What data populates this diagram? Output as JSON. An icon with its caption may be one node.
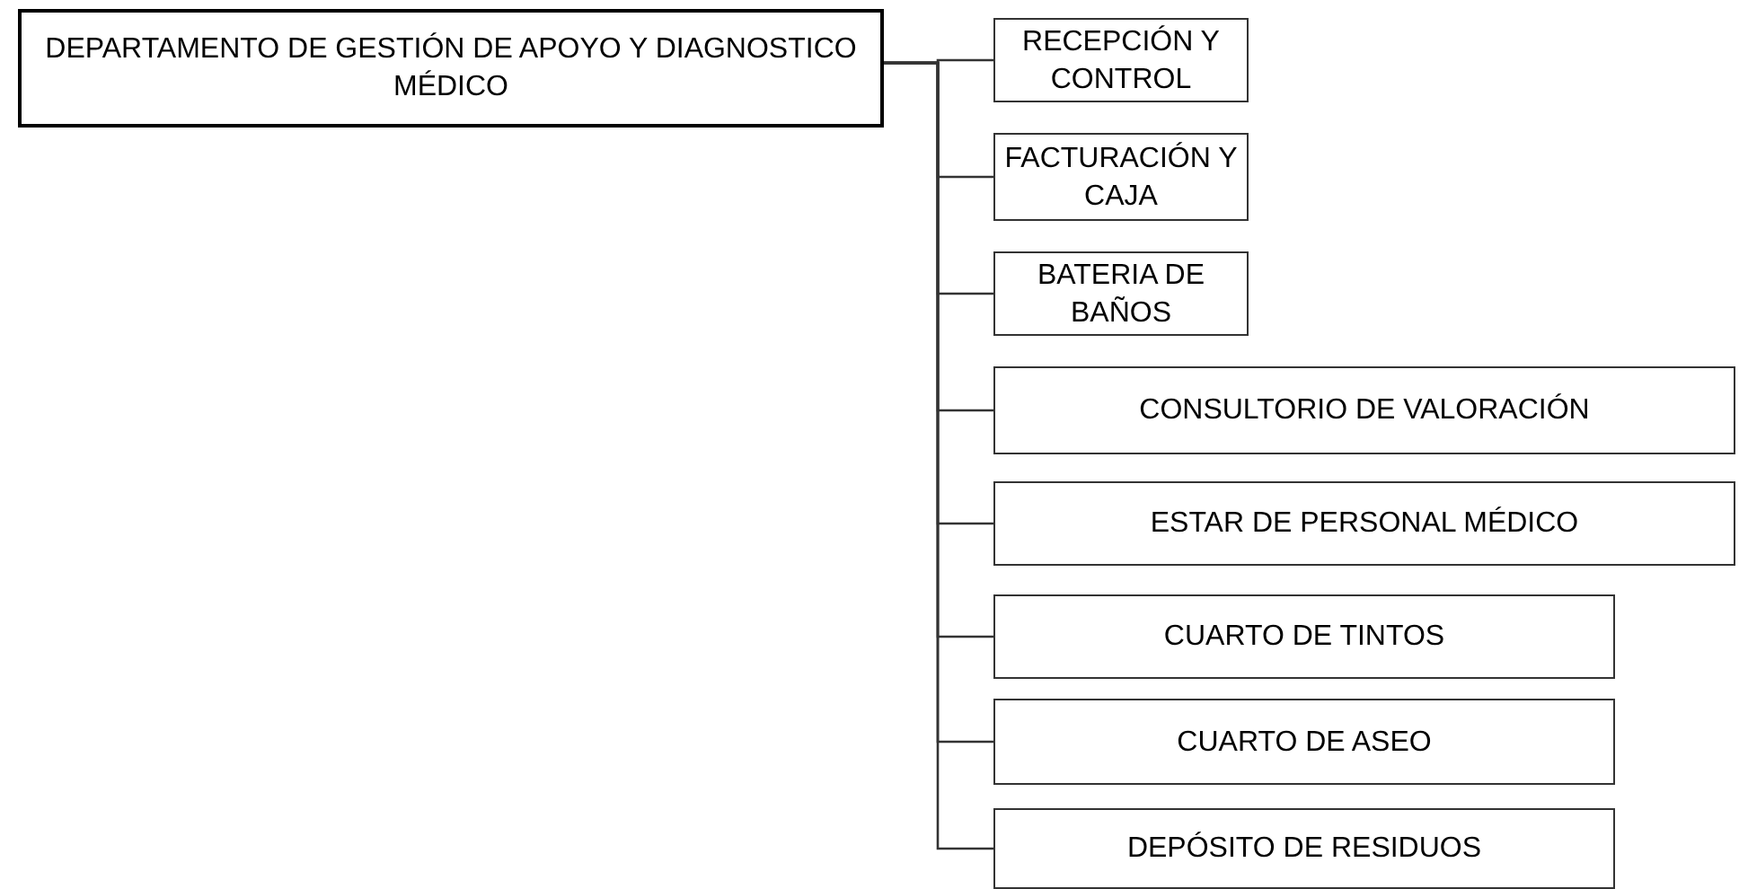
{
  "diagram": {
    "nodes": [
      {
        "text": [
          "DEPARTAMENTO DE GESTIÓN DE APOYO Y DIAGNOSTICO MÉDICO"
        ]
      },
      {
        "text": [
          "RECEPCIÓN Y CONTROL"
        ]
      },
      {
        "text": [
          "FACTURACIÓN Y CAJA"
        ]
      },
      {
        "text": [
          "BATERIA DE BAÑOS"
        ]
      },
      {
        "text": [
          "CONSULTORIO DE VALORACIÓN"
        ]
      },
      {
        "text": [
          "ESTAR DE PERSONAL MÉDICO"
        ]
      },
      {
        "text": [
          "CUARTO DE TINTOS"
        ]
      },
      {
        "text": [
          "CUARTO DE ASEO"
        ]
      },
      {
        "text": [
          "DEPÓSITO DE RESIDUOS"
        ]
      }
    ],
    "edges": [
      {
        "from": 0,
        "to": 1,
        "arrow": "none"
      },
      {
        "from": 0,
        "to": 2,
        "arrow": "none"
      },
      {
        "from": 0,
        "to": 3,
        "arrow": "none"
      },
      {
        "from": 0,
        "to": 4,
        "arrow": "none"
      },
      {
        "from": 0,
        "to": 5,
        "arrow": "none"
      },
      {
        "from": 0,
        "to": 6,
        "arrow": "none"
      },
      {
        "from": 0,
        "to": 7,
        "arrow": "none"
      },
      {
        "from": 0,
        "to": 8,
        "arrow": "none"
      }
    ]
  }
}
